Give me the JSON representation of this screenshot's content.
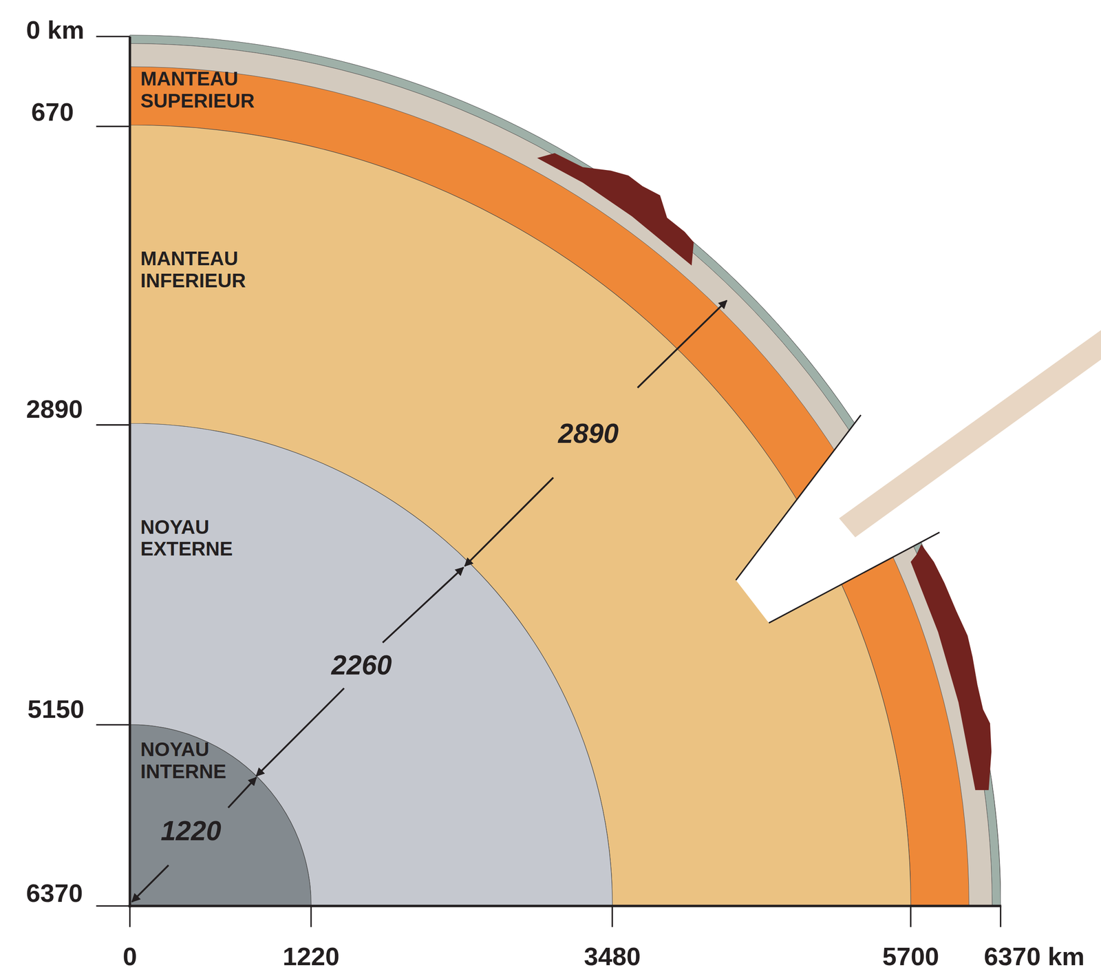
{
  "diagram": {
    "nodes": [
      {
        "text": [
          "MANTEAU SUPERIEUR"
        ]
      },
      {
        "text": [
          "MANTEAU INFERIEUR"
        ]
      },
      {
        "text": [
          "NOYAU EXTERNE"
        ]
      },
      {
        "text": [
          "NOYAU INTERNE"
        ]
      }
    ],
    "labels": [
      "0 km",
      "670",
      "2890",
      "5150",
      "6370",
      "0",
      "1220",
      "3480",
      "5700",
      "6370 km",
      "2890",
      "2260",
      "1220"
    ]
  }
}
